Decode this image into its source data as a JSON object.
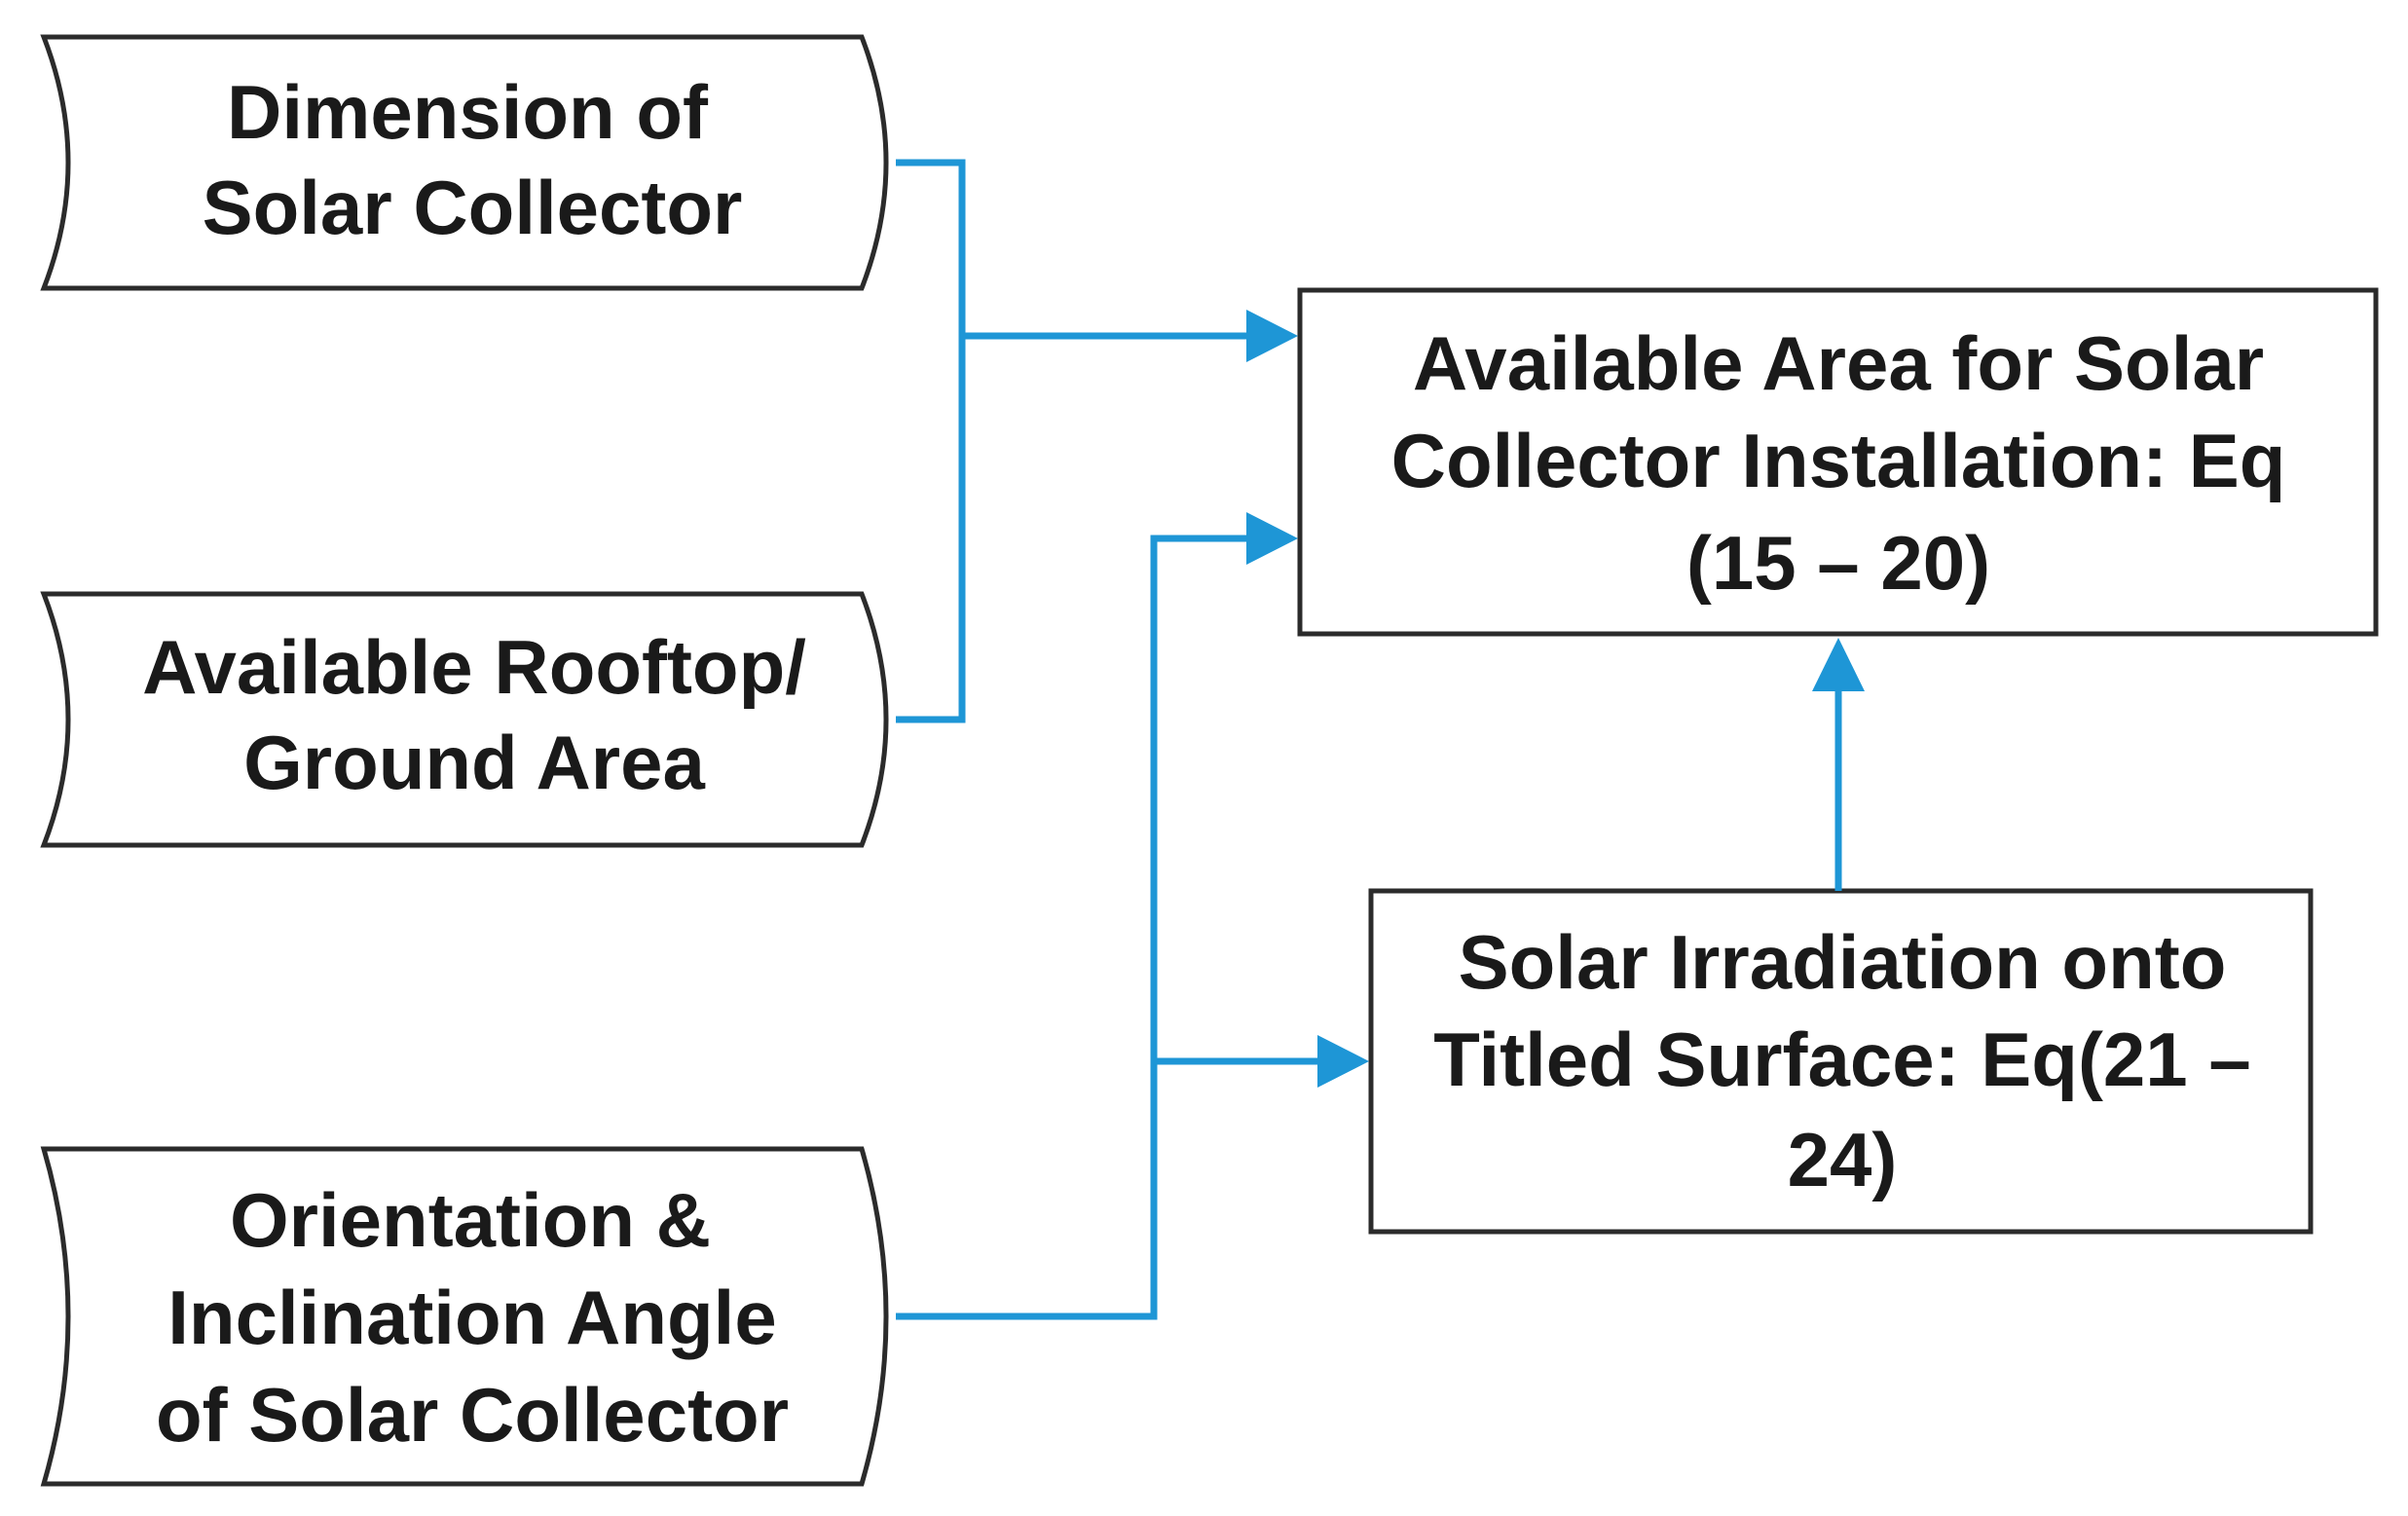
{
  "diagram": {
    "inputs": {
      "dimension": [
        "Dimension of",
        "Solar Collector"
      ],
      "rooftop": [
        "Available Rooftop/",
        "Ground Area"
      ],
      "orientation": [
        "Orientation &",
        "Inclination Angle",
        "of Solar Collector"
      ]
    },
    "processes": {
      "available_area": [
        "Available Area for Solar",
        "Collector Installation: Eq",
        "(15 – 20)"
      ],
      "irradiation": [
        "Solar Irradiation onto",
        "Titled Surface: Eq(21 –",
        "24)"
      ]
    },
    "colors": {
      "connector": "#1e96d6",
      "border": "#2b2b2b",
      "text": "#1a1a1a",
      "background": "#ffffff"
    }
  }
}
